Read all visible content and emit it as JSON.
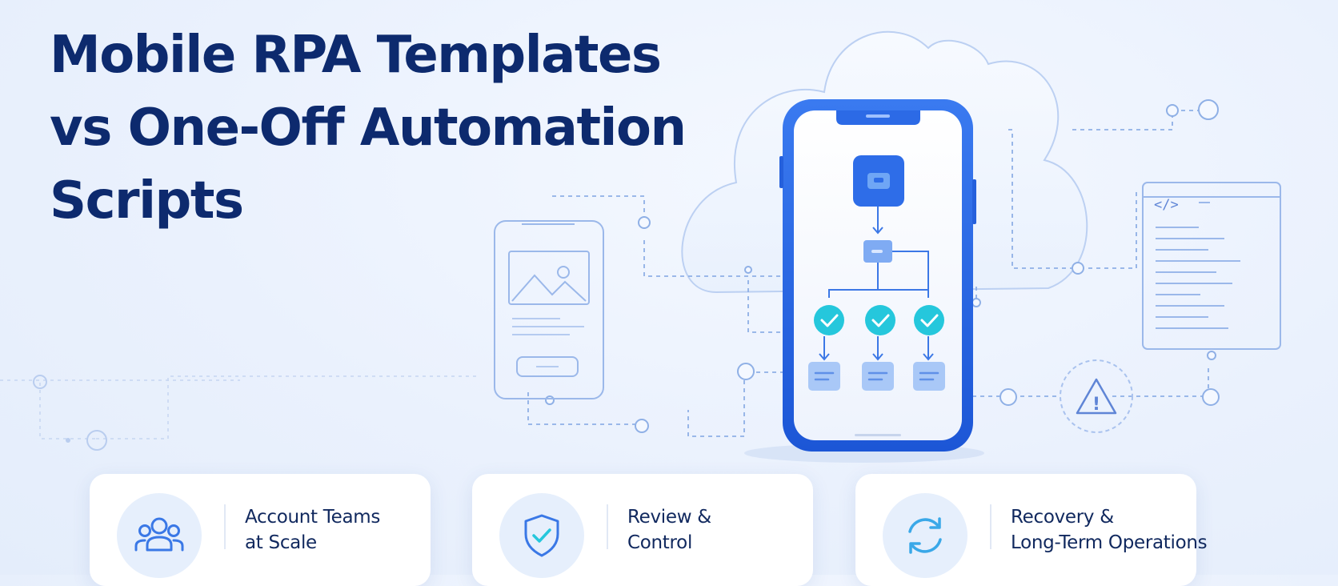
{
  "title": {
    "line1": "Mobile RPA Templates",
    "line2": "vs One-Off Automation",
    "line3": "Scripts"
  },
  "cards": [
    {
      "line1": "Account Teams",
      "line2": "at Scale",
      "icon": "users-icon"
    },
    {
      "line1": "Review &",
      "line2": "Control",
      "icon": "shield-check-icon"
    },
    {
      "line1": "Recovery &",
      "line2": "Long-Term Operations",
      "icon": "refresh-icon"
    }
  ],
  "illustration": {
    "code_symbol": "</>",
    "warning_symbol": "!"
  },
  "colors": {
    "title": "#0d2a6e",
    "accent_blue": "#1f63e0",
    "teal_check": "#20c8dc",
    "line": "#8fb0e6",
    "background": "#eaf1fd"
  }
}
